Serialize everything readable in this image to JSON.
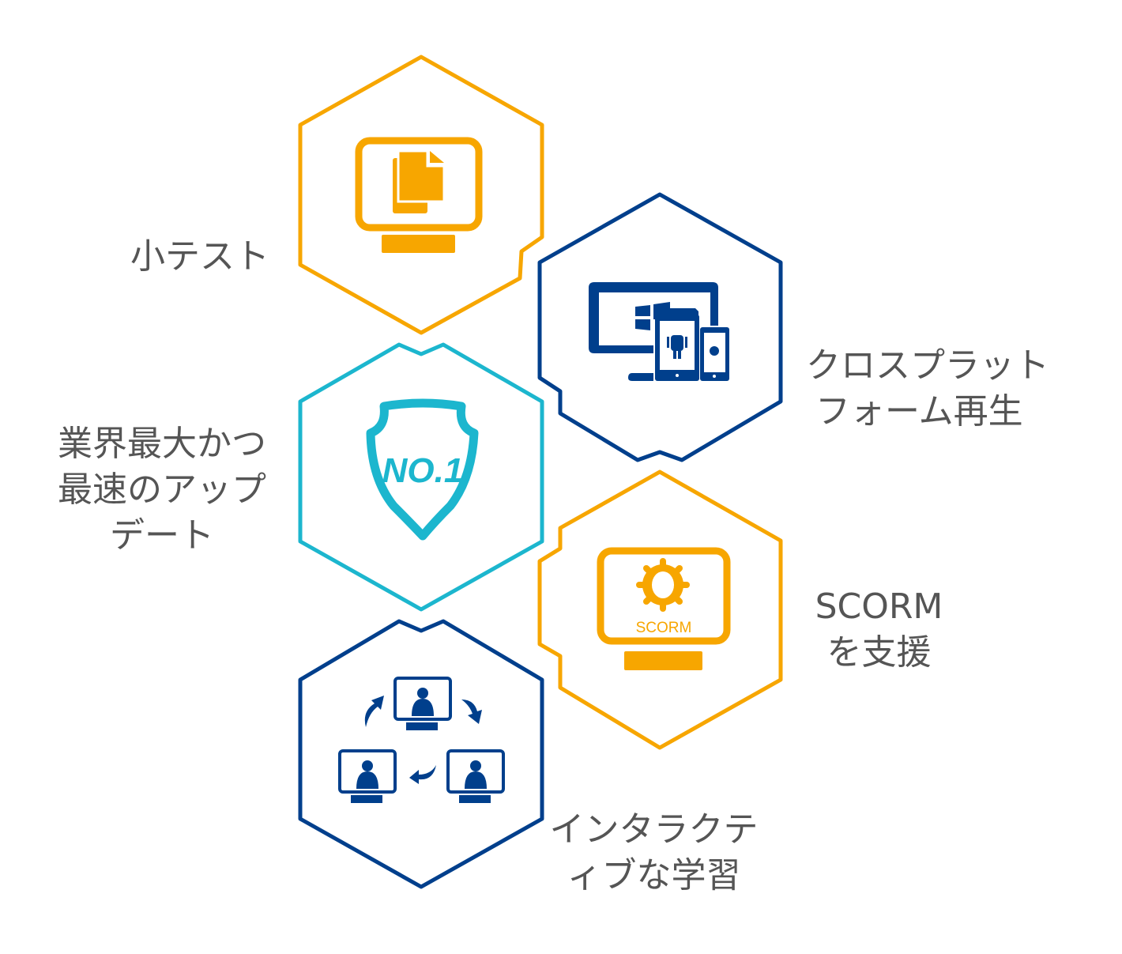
{
  "colors": {
    "orange": "#F7A600",
    "navy": "#003F8C",
    "cyan": "#1CB6CE",
    "text": "#555555"
  },
  "features": [
    {
      "id": "quiz",
      "lines": [
        "小テスト"
      ],
      "color": "orange",
      "icon": "monitor-documents-icon"
    },
    {
      "id": "cross-platform",
      "lines": [
        "クロスプラット",
        "フォーム再生"
      ],
      "color": "navy",
      "icon": "multi-device-icon"
    },
    {
      "id": "fastest-update",
      "lines": [
        "業界最大かつ",
        "最速のアップ",
        "デート"
      ],
      "color": "cyan",
      "icon": "no1-shield-icon",
      "badge": "NO.1"
    },
    {
      "id": "scorm",
      "lines": [
        "SCORM",
        "を支援"
      ],
      "color": "orange",
      "icon": "monitor-gear-icon",
      "badge": "SCORM"
    },
    {
      "id": "interactive",
      "lines": [
        "インタラクテ",
        "ィブな学習"
      ],
      "color": "navy",
      "icon": "connected-users-icon"
    }
  ]
}
